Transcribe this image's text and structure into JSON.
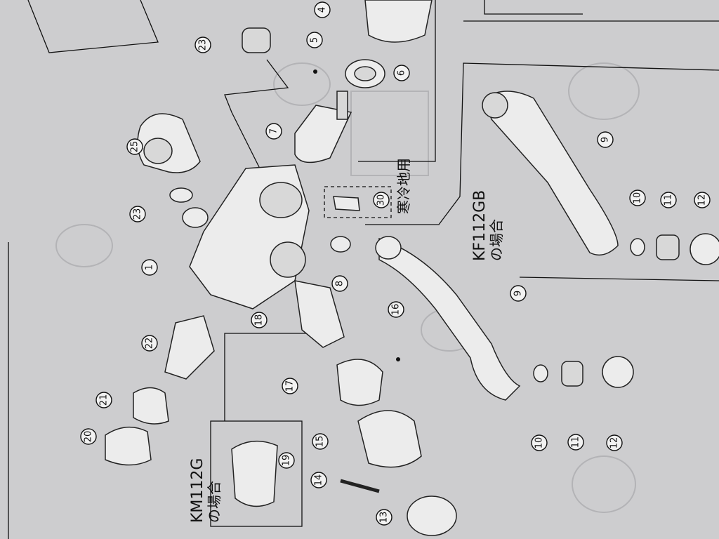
{
  "diagram": {
    "variant_km": {
      "model": "KM112G",
      "suffix": "の場合"
    },
    "variant_kf": {
      "model": "KF112GB",
      "suffix": "の場合"
    },
    "cold_region_label": "寒冷地用",
    "part_labels": [
      "4",
      "23",
      "5",
      "6",
      "7",
      "25",
      "9",
      "30",
      "23",
      "10",
      "11",
      "12",
      "1",
      "8",
      "9",
      "22",
      "18",
      "16",
      "21",
      "17",
      "20",
      "15",
      "19",
      "10",
      "11",
      "12",
      "14",
      "13"
    ]
  }
}
